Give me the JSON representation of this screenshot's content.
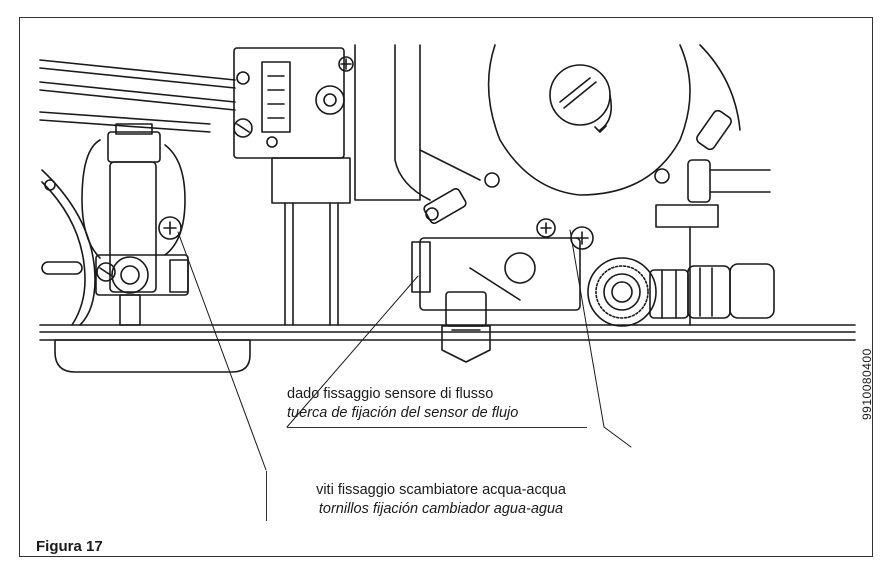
{
  "figure": {
    "title": "Figura 17",
    "code": "9910080400"
  },
  "callouts": {
    "flow_sensor_nut": {
      "it": "dado fissaggio sensore di flusso",
      "es": "tuerca de fijación del sensor de flujo"
    },
    "exchanger_screws": {
      "it": "viti fissaggio scambiatore acqua-acqua",
      "es": "tornillos fijación cambiador agua-agua"
    }
  },
  "colors": {
    "line": "#1a1a1a",
    "frame": "#333333",
    "background": "#ffffff"
  }
}
